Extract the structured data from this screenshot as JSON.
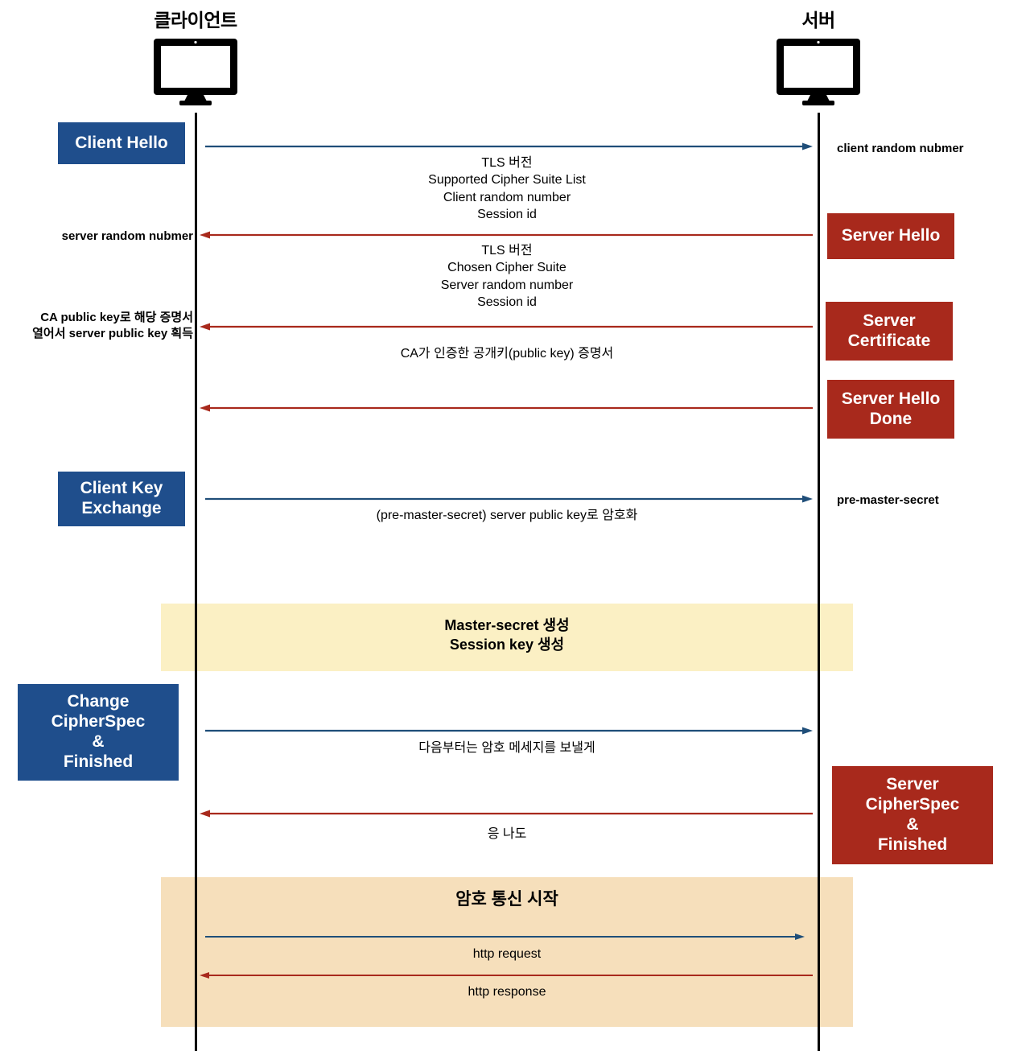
{
  "diagram": {
    "title": "TLS Handshake Sequence Diagram",
    "colors": {
      "client_box": "#1F4E8C",
      "server_box": "#A8291C",
      "client_arrow": "#1F4E79",
      "server_arrow": "#A8291C",
      "lifeline": "#000000",
      "band_master": "#FBF0C4",
      "band_encrypted": "#F6DFBB"
    }
  },
  "actors": {
    "client": {
      "label": "클라이언트",
      "icon": "monitor-icon"
    },
    "server": {
      "label": "서버",
      "icon": "monitor-icon"
    }
  },
  "steps": [
    {
      "id": "client-hello",
      "box": {
        "side": "client",
        "label": "Client Hello"
      },
      "direction": "client-to-server",
      "note": {
        "side": "server",
        "label": "client random nubmer"
      },
      "payload": "TLS 버전\nSupported Cipher Suite List\nClient random number\nSession id"
    },
    {
      "id": "server-hello",
      "box": {
        "side": "server",
        "label": "Server Hello"
      },
      "direction": "server-to-client",
      "note": {
        "side": "client",
        "label": "server random nubmer"
      },
      "payload": "TLS 버전\nChosen Cipher Suite\nServer random number\nSession id"
    },
    {
      "id": "server-certificate",
      "box": {
        "side": "server",
        "label": "Server\nCertificate"
      },
      "direction": "server-to-client",
      "note": {
        "side": "client",
        "label": "CA public key로 해당 증명서\n열어서 server public key 획득"
      },
      "payload": "CA가 인증한 공개키(public key) 증명서"
    },
    {
      "id": "server-hello-done",
      "box": {
        "side": "server",
        "label": "Server Hello\nDone"
      },
      "direction": "server-to-client",
      "note": null,
      "payload": ""
    },
    {
      "id": "client-key-exchange",
      "box": {
        "side": "client",
        "label": "Client Key\nExchange"
      },
      "direction": "client-to-server",
      "note": {
        "side": "server",
        "label": "pre-master-secret"
      },
      "payload": "(pre-master-secret) server public key로 암호화"
    },
    {
      "id": "change-cipherspec-finished",
      "box": {
        "side": "client",
        "label": "Change\nCipherSpec\n&\nFinished"
      },
      "direction": "client-to-server",
      "note": null,
      "payload": "다음부터는 암호 메세지를 보낼게"
    },
    {
      "id": "server-cipherspec-finished",
      "box": {
        "side": "server",
        "label": "Server\nCipherSpec\n&\nFinished"
      },
      "direction": "server-to-client",
      "note": null,
      "payload": "응 나도"
    }
  ],
  "bands": {
    "master": {
      "label": "Master-secret 생성\nSession key 생성"
    },
    "encrypted": {
      "label": "암호 통신 시작"
    }
  },
  "app_messages": [
    {
      "id": "http-request",
      "direction": "client-to-server",
      "payload": "http request"
    },
    {
      "id": "http-response",
      "direction": "server-to-client",
      "payload": "http response"
    }
  ]
}
